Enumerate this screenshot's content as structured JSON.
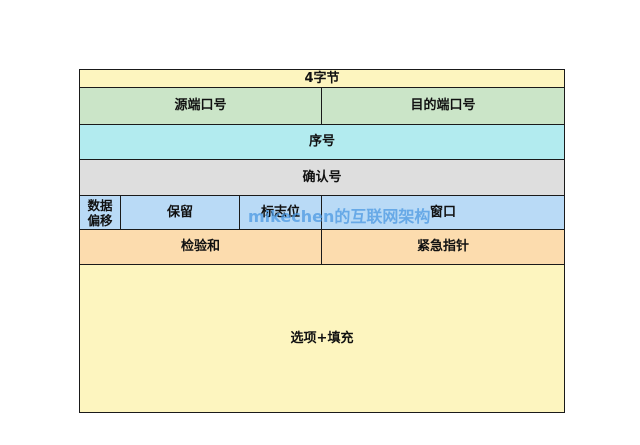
{
  "diagram": {
    "header": "4字节",
    "row1": {
      "left": "源端口号",
      "right": "目的端口号"
    },
    "row2": "序号",
    "row3": "确认号",
    "row4": {
      "data_offset_line1": "数据",
      "data_offset_line2": "偏移",
      "reserved": "保留",
      "flags": "标志位",
      "window": "窗口"
    },
    "row5": {
      "left": "检验和",
      "right": "紧急指针"
    },
    "row6": "选项+填充"
  },
  "watermark": "mikechen的互联网架构",
  "colors": {
    "header": "#fdf5bf",
    "ports": "#cbe5c8",
    "sequence": "#b2ebef",
    "ack": "#dedede",
    "control": "#b9daf6",
    "checksum": "#fcdcae",
    "options": "#fdf5bf"
  }
}
